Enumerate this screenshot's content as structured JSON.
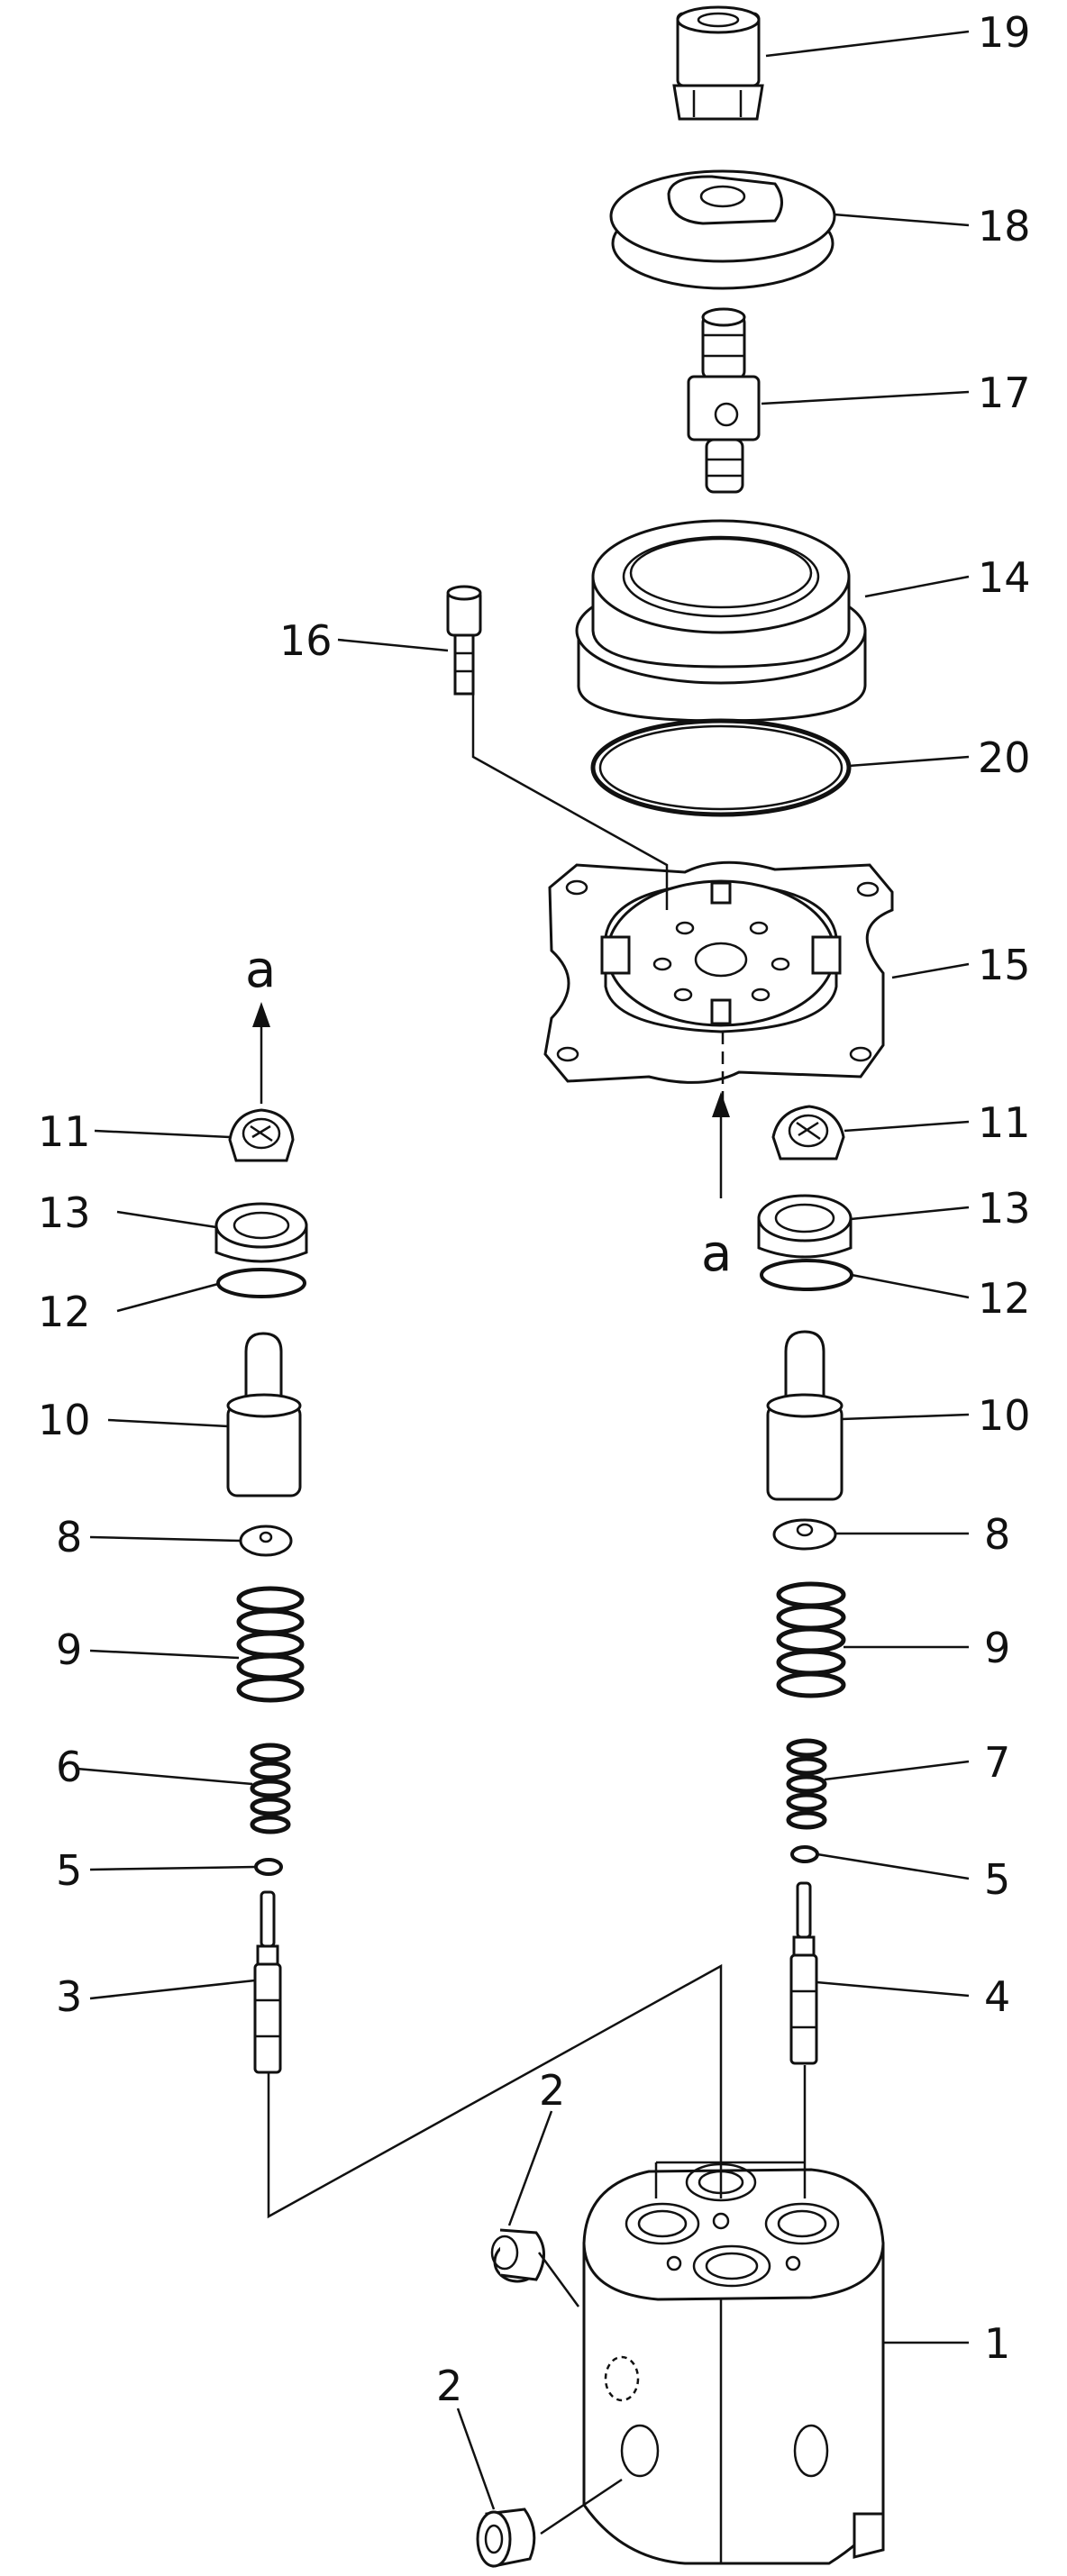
{
  "diagram": {
    "labels_right": [
      "19",
      "18",
      "17",
      "14",
      "20",
      "15",
      "11",
      "13",
      "12",
      "10",
      "8",
      "9",
      "7",
      "5",
      "4",
      "1"
    ],
    "labels_left": [
      "16",
      "11",
      "13",
      "12",
      "10",
      "8",
      "9",
      "6",
      "5",
      "3"
    ],
    "labels_bottom": [
      "2",
      "2"
    ],
    "arrow_labels": [
      "a",
      "a"
    ]
  }
}
